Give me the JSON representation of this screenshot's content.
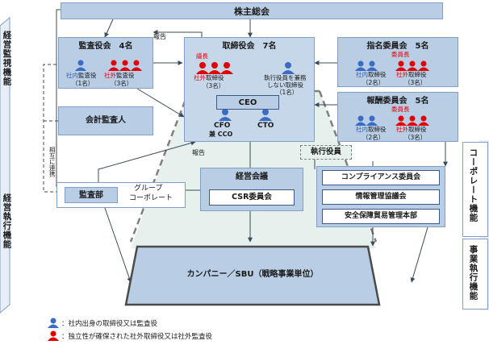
{
  "shareholders": "株主総会",
  "report": "報告",
  "report2": "報告",
  "side_left_top": "経営監視機能",
  "side_left_bottom": "経営執行機能",
  "side_right_top": "コーポレート機能",
  "side_right_bottom": "事業執行機能",
  "audit_board": {
    "title": "監査役会　4名",
    "internal_a": "社内",
    "internal_b": "監査役",
    "internal_count": "（1名）",
    "external_a": "社外",
    "external_b": "監査役",
    "external_count": "（3名）"
  },
  "board": {
    "title": "取締役会　7名",
    "chair": "議長",
    "external_a": "社外",
    "external_b": "取締役",
    "external_count": "（3名）",
    "non_exec_1": "執行役員を兼務",
    "non_exec_2": "しない取締役",
    "non_exec_count": "（1名）",
    "ceo": "CEO",
    "cfo": "CFO",
    "cfo_sub": "兼 CCO",
    "cto": "CTO"
  },
  "nomination": {
    "title": "指名委員会　5名",
    "chair": "委員長",
    "internal_a": "社内",
    "internal_b": "取締役",
    "internal_count": "（2名）",
    "external_a": "社外",
    "external_b": "取締役",
    "external_count": "（3名）"
  },
  "compensation": {
    "title": "報酬委員会　5名",
    "chair": "委員長",
    "internal_a": "社内",
    "internal_b": "取締役",
    "internal_count": "（2名）",
    "external_a": "社外",
    "external_b": "取締役",
    "external_count": "（3名）"
  },
  "accounting_auditor": "会計監査人",
  "mutual_1": "相互に",
  "mutual_2": "連携",
  "executive_officers": "執行役員",
  "audit_dept": "監査部",
  "group_corporate_1": "グループ",
  "group_corporate_2": "コーポレート",
  "mgmt_meeting": "経営会議",
  "csr": "CSR委員会",
  "compliance": "コンプライアンス委員会",
  "info_mgmt": "情報管理協議会",
  "security_trade": "安全保障貿易管理本部",
  "company_sbu": "カンパニー／SBU（戦略事業単位）",
  "legend_blue": "：社内出身の取締役又は監査役",
  "legend_red": "：独立性が確保された社外取締役又は社外監査役",
  "colors": {
    "box_fill": "#b9cde5",
    "box_border": "#7f9fc4",
    "internal": "#3b6cc4",
    "external": "#e00000",
    "region": "#e6f1ee"
  }
}
